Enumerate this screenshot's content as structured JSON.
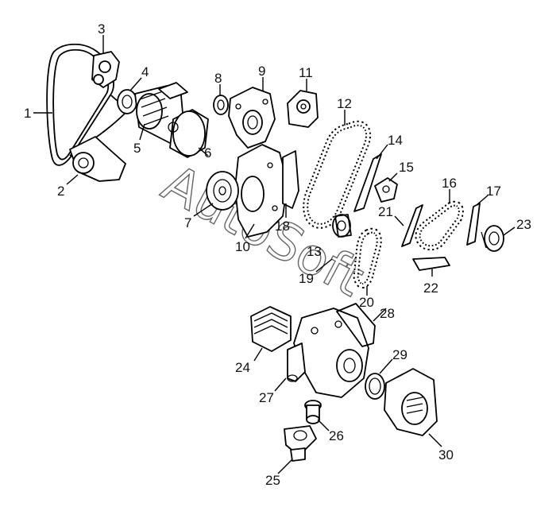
{
  "watermark": {
    "text": "AutoSoft"
  },
  "callouts": [
    {
      "id": "1",
      "label": "1"
    },
    {
      "id": "2",
      "label": "2"
    },
    {
      "id": "3",
      "label": "3"
    },
    {
      "id": "4",
      "label": "4"
    },
    {
      "id": "5",
      "label": "5"
    },
    {
      "id": "6",
      "label": "6"
    },
    {
      "id": "7",
      "label": "7"
    },
    {
      "id": "8",
      "label": "8"
    },
    {
      "id": "9",
      "label": "9"
    },
    {
      "id": "10",
      "label": "10"
    },
    {
      "id": "11",
      "label": "11"
    },
    {
      "id": "12",
      "label": "12"
    },
    {
      "id": "13",
      "label": "13"
    },
    {
      "id": "14",
      "label": "14"
    },
    {
      "id": "15",
      "label": "15"
    },
    {
      "id": "16",
      "label": "16"
    },
    {
      "id": "17",
      "label": "17"
    },
    {
      "id": "18",
      "label": "18"
    },
    {
      "id": "19",
      "label": "19"
    },
    {
      "id": "20",
      "label": "20"
    },
    {
      "id": "21",
      "label": "21"
    },
    {
      "id": "22",
      "label": "22"
    },
    {
      "id": "23",
      "label": "23"
    },
    {
      "id": "24",
      "label": "24"
    },
    {
      "id": "25",
      "label": "25"
    },
    {
      "id": "26",
      "label": "26"
    },
    {
      "id": "27",
      "label": "27"
    },
    {
      "id": "28",
      "label": "28"
    },
    {
      "id": "29",
      "label": "29"
    },
    {
      "id": "30",
      "label": "30"
    }
  ]
}
